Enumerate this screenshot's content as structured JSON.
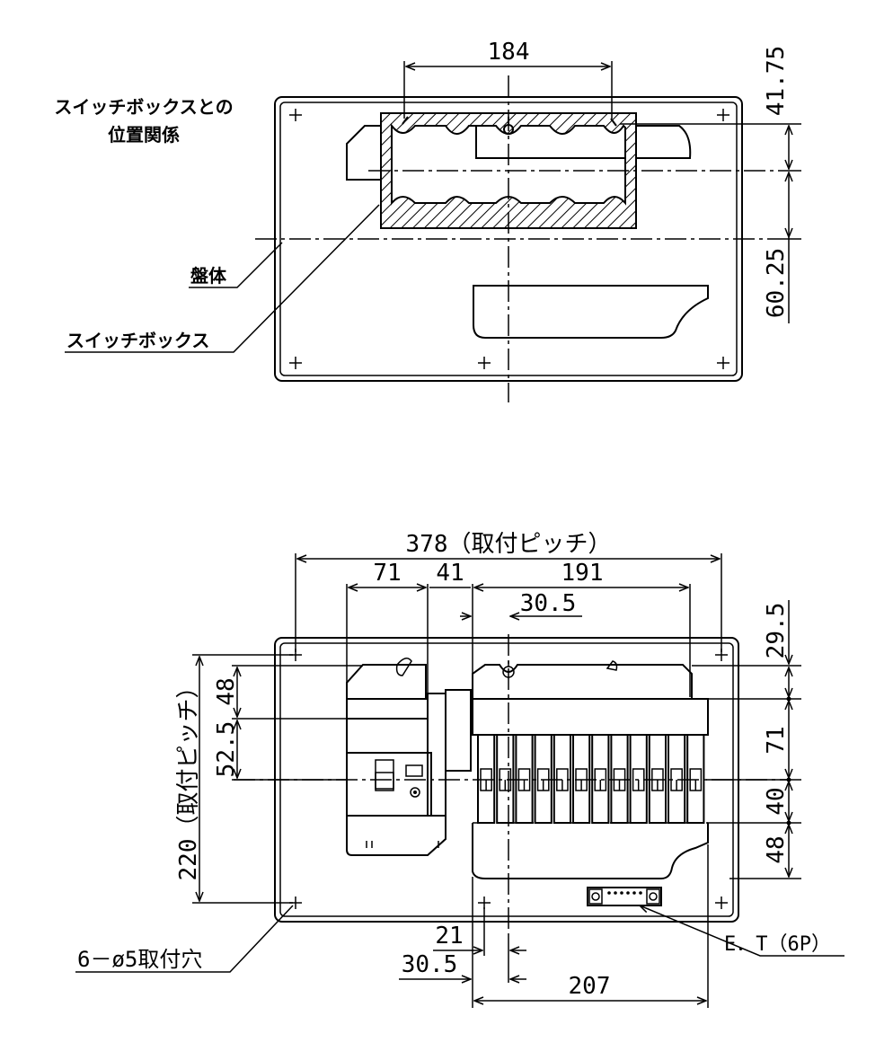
{
  "top_view": {
    "title_line1": "スイッチボックスとの",
    "title_line2": "位置関係",
    "dim_width": "184",
    "dim_upper": "41.75",
    "dim_lower": "60.25",
    "label_panel": "盤体",
    "label_switchbox": "スイッチボックス"
  },
  "front_view": {
    "dim_overall_pitch": "378（取付ピッチ）",
    "dim_left": "71",
    "dim_gap": "41",
    "dim_right": "191",
    "dim_offset_top": "30.5",
    "dim_vert_pitch": "220（取付ピッチ）",
    "dim_v48_left": "48",
    "dim_v525": "52.5",
    "dim_r295": "29.5",
    "dim_r71": "71",
    "dim_r40": "40",
    "dim_r48": "48",
    "dim_b21": "21",
    "dim_b305": "30.5",
    "dim_b207": "207",
    "label_holes": "6－ø5取付穴",
    "label_et": "E．T（6P）"
  }
}
